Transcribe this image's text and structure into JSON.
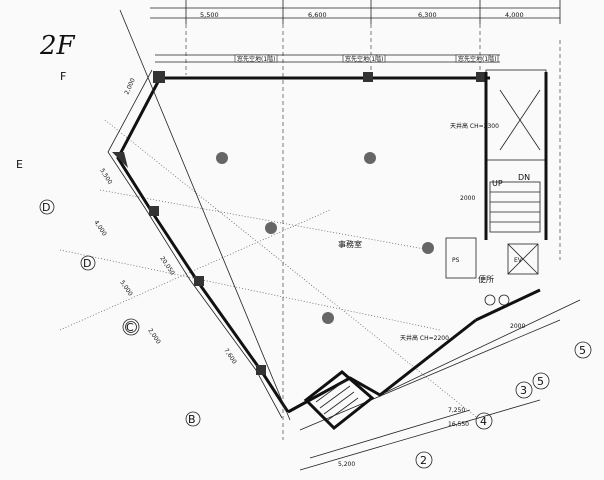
{
  "floor_label": "2F",
  "grid_letters": {
    "F": "F",
    "E": "E",
    "D1": "D",
    "D2": "D",
    "C": "C",
    "B": "B"
  },
  "grid_numbers": {
    "n2": "2",
    "n3": "3",
    "n4": "4",
    "n5a": "5",
    "n5b": "5"
  },
  "rooms": {
    "office": "事務室",
    "elevator_hall": "EV",
    "dn": "DN",
    "up": "UP",
    "toilet": "便所",
    "pipe_space": "PS"
  },
  "ceiling_notes": {
    "office": "天井高 CH=2200",
    "core": "天井高 CH=2300"
  },
  "top_dims": {
    "d1": "5,500",
    "d2": "6,600",
    "d3": "6,300",
    "d4": "4,000"
  },
  "bottom_dims": {
    "d1": "5,200",
    "d2": "16,550",
    "d3": "7,250"
  },
  "side_dims": {
    "d1": "2,000",
    "d2": "5,500",
    "d3": "20,050",
    "d4": "2,000",
    "d5": "4,000",
    "d6": "5,000",
    "d7": "7,600"
  },
  "window_tags": {
    "w1": "窓先空地(1階)",
    "w2": "窓先空地(1階)",
    "w3": "窓先空地(1階)"
  },
  "core_dims": {
    "stair": "2000",
    "toilet": "2000"
  }
}
